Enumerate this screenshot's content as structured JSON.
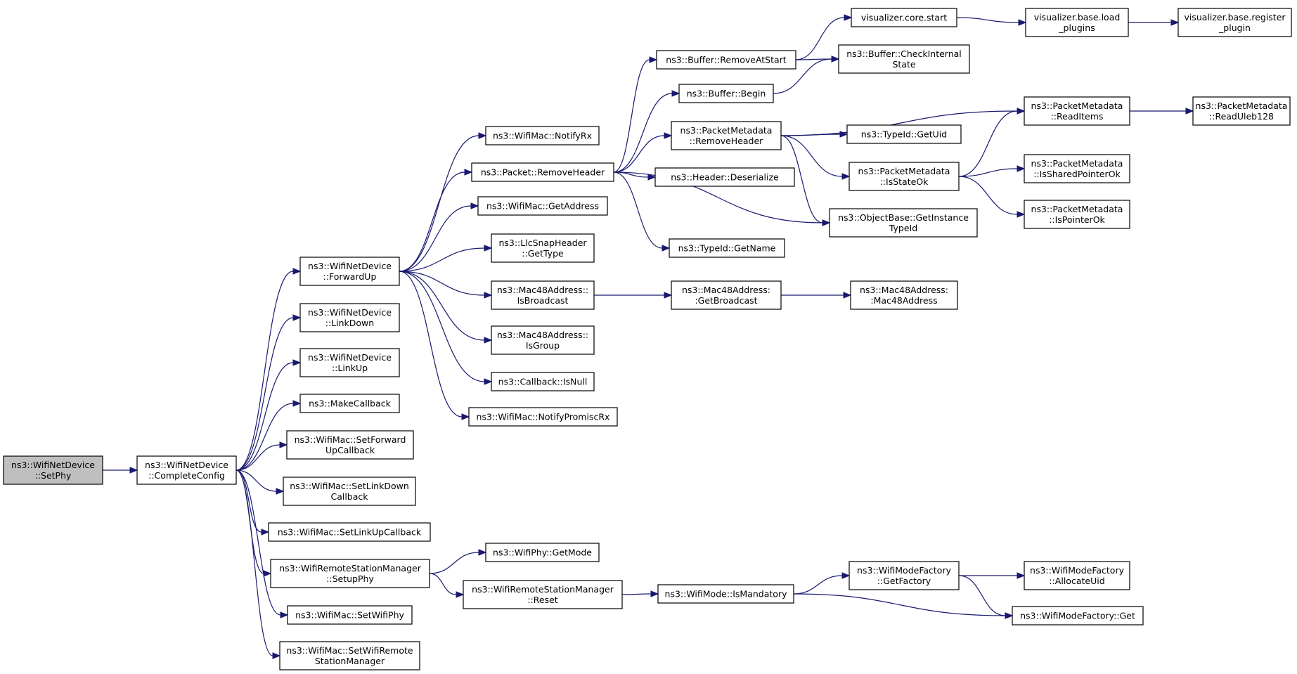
{
  "graph": {
    "nodes": [
      {
        "id": "setphy",
        "lines": [
          "ns3::WifiNetDevice",
          "::SetPhy"
        ],
        "root": true
      },
      {
        "id": "completeconfig",
        "lines": [
          "ns3::WifiNetDevice",
          "::CompleteConfig"
        ]
      },
      {
        "id": "forwardup",
        "lines": [
          "ns3::WifiNetDevice",
          "::ForwardUp"
        ]
      },
      {
        "id": "linkdown",
        "lines": [
          "ns3::WifiNetDevice",
          "::LinkDown"
        ]
      },
      {
        "id": "linkup",
        "lines": [
          "ns3::WifiNetDevice",
          "::LinkUp"
        ]
      },
      {
        "id": "makecallback",
        "lines": [
          "ns3::MakeCallback"
        ]
      },
      {
        "id": "setforwardupcb",
        "lines": [
          "ns3::WifiMac::SetForward",
          "UpCallback"
        ]
      },
      {
        "id": "setlinkdowncb",
        "lines": [
          "ns3::WifiMac::SetLinkDown",
          "Callback"
        ]
      },
      {
        "id": "setlinkupcb",
        "lines": [
          "ns3::WifiMac::SetLinkUpCallback"
        ]
      },
      {
        "id": "setupphy",
        "lines": [
          "ns3::WifiRemoteStationManager",
          "::SetupPhy"
        ]
      },
      {
        "id": "setwifiphy",
        "lines": [
          "ns3::WifiMac::SetWifiPhy"
        ]
      },
      {
        "id": "setwifiremote",
        "lines": [
          "ns3::WifiMac::SetWifiRemote",
          "StationManager"
        ]
      },
      {
        "id": "notifyrx",
        "lines": [
          "ns3::WifiMac::NotifyRx"
        ]
      },
      {
        "id": "removeheader",
        "lines": [
          "ns3::Packet::RemoveHeader"
        ]
      },
      {
        "id": "getaddress",
        "lines": [
          "ns3::WifiMac::GetAddress"
        ]
      },
      {
        "id": "llcgettype",
        "lines": [
          "ns3::LlcSnapHeader",
          "::GetType"
        ]
      },
      {
        "id": "isbroadcast",
        "lines": [
          "ns3::Mac48Address::",
          "IsBroadcast"
        ]
      },
      {
        "id": "isgroup",
        "lines": [
          "ns3::Mac48Address::",
          "IsGroup"
        ]
      },
      {
        "id": "isnull",
        "lines": [
          "ns3::Callback::IsNull"
        ]
      },
      {
        "id": "notifypromiscrx",
        "lines": [
          "ns3::WifiMac::NotifyPromiscRx"
        ]
      },
      {
        "id": "getmode",
        "lines": [
          "ns3::WifiPhy::GetMode"
        ]
      },
      {
        "id": "rsmreset",
        "lines": [
          "ns3::WifiRemoteStationManager",
          "::Reset"
        ]
      },
      {
        "id": "removeatstart",
        "lines": [
          "ns3::Buffer::RemoveAtStart"
        ]
      },
      {
        "id": "bufbegin",
        "lines": [
          "ns3::Buffer::Begin"
        ]
      },
      {
        "id": "pmremoveheader",
        "lines": [
          "ns3::PacketMetadata",
          "::RemoveHeader"
        ]
      },
      {
        "id": "deserialize",
        "lines": [
          "ns3::Header::Deserialize"
        ]
      },
      {
        "id": "typeidgetname",
        "lines": [
          "ns3::TypeId::GetName"
        ]
      },
      {
        "id": "getbroadcast",
        "lines": [
          "ns3::Mac48Address:",
          ":GetBroadcast"
        ]
      },
      {
        "id": "ismandatory",
        "lines": [
          "ns3::WifiMode::IsMandatory"
        ]
      },
      {
        "id": "vizstart",
        "lines": [
          "visualizer.core.start"
        ]
      },
      {
        "id": "checkinternal",
        "lines": [
          "ns3::Buffer::CheckInternal",
          "State"
        ]
      },
      {
        "id": "getuid",
        "lines": [
          "ns3::TypeId::GetUid"
        ]
      },
      {
        "id": "isstateok",
        "lines": [
          "ns3::PacketMetadata",
          "::IsStateOk"
        ]
      },
      {
        "id": "getinstancetypeid",
        "lines": [
          "ns3::ObjectBase::GetInstance",
          "TypeId"
        ]
      },
      {
        "id": "mac48ctor",
        "lines": [
          "ns3::Mac48Address:",
          ":Mac48Address"
        ]
      },
      {
        "id": "getfactory",
        "lines": [
          "ns3::WifiModeFactory",
          "::GetFactory"
        ]
      },
      {
        "id": "loadplugins",
        "lines": [
          "visualizer.base.load",
          "_plugins"
        ]
      },
      {
        "id": "readitems",
        "lines": [
          "ns3::PacketMetadata",
          "::ReadItems"
        ]
      },
      {
        "id": "issharedpointerok",
        "lines": [
          "ns3::PacketMetadata",
          "::IsSharedPointerOk"
        ]
      },
      {
        "id": "ispointerok",
        "lines": [
          "ns3::PacketMetadata",
          "::IsPointerOk"
        ]
      },
      {
        "id": "allocateuid",
        "lines": [
          "ns3::WifiModeFactory",
          "::AllocateUid"
        ]
      },
      {
        "id": "wmfget",
        "lines": [
          "ns3::WifiModeFactory::Get"
        ]
      },
      {
        "id": "registerplugin",
        "lines": [
          "visualizer.base.register",
          "_plugin"
        ]
      },
      {
        "id": "readuleb128",
        "lines": [
          "ns3::PacketMetadata",
          "::ReadUleb128"
        ]
      }
    ],
    "edges": [
      [
        "setphy",
        "completeconfig"
      ],
      [
        "completeconfig",
        "forwardup"
      ],
      [
        "completeconfig",
        "linkdown"
      ],
      [
        "completeconfig",
        "linkup"
      ],
      [
        "completeconfig",
        "makecallback"
      ],
      [
        "completeconfig",
        "setforwardupcb"
      ],
      [
        "completeconfig",
        "setlinkdowncb"
      ],
      [
        "completeconfig",
        "setlinkupcb"
      ],
      [
        "completeconfig",
        "setupphy"
      ],
      [
        "completeconfig",
        "setwifiphy"
      ],
      [
        "completeconfig",
        "setwifiremote"
      ],
      [
        "forwardup",
        "notifyrx"
      ],
      [
        "forwardup",
        "removeheader"
      ],
      [
        "forwardup",
        "getaddress"
      ],
      [
        "forwardup",
        "llcgettype"
      ],
      [
        "forwardup",
        "isbroadcast"
      ],
      [
        "forwardup",
        "isgroup"
      ],
      [
        "forwardup",
        "isnull"
      ],
      [
        "forwardup",
        "notifypromiscrx"
      ],
      [
        "removeheader",
        "removeatstart"
      ],
      [
        "removeheader",
        "bufbegin"
      ],
      [
        "removeheader",
        "pmremoveheader"
      ],
      [
        "removeheader",
        "deserialize"
      ],
      [
        "removeheader",
        "typeidgetname"
      ],
      [
        "removeheader",
        "getinstancetypeid"
      ],
      [
        "removeatstart",
        "vizstart"
      ],
      [
        "removeatstart",
        "checkinternal"
      ],
      [
        "bufbegin",
        "checkinternal"
      ],
      [
        "pmremoveheader",
        "readitems"
      ],
      [
        "pmremoveheader",
        "getuid"
      ],
      [
        "pmremoveheader",
        "isstateok"
      ],
      [
        "pmremoveheader",
        "getinstancetypeid"
      ],
      [
        "isstateok",
        "readitems"
      ],
      [
        "isstateok",
        "issharedpointerok"
      ],
      [
        "isstateok",
        "ispointerok"
      ],
      [
        "readitems",
        "readuleb128"
      ],
      [
        "vizstart",
        "loadplugins"
      ],
      [
        "loadplugins",
        "registerplugin"
      ],
      [
        "isbroadcast",
        "getbroadcast"
      ],
      [
        "getbroadcast",
        "mac48ctor"
      ],
      [
        "setupphy",
        "getmode"
      ],
      [
        "setupphy",
        "rsmreset"
      ],
      [
        "rsmreset",
        "ismandatory"
      ],
      [
        "ismandatory",
        "getfactory"
      ],
      [
        "ismandatory",
        "wmfget"
      ],
      [
        "getfactory",
        "allocateuid"
      ],
      [
        "getfactory",
        "wmfget"
      ]
    ]
  },
  "colors": {
    "edge": "#191970",
    "node_fill": "#ffffff",
    "root_fill": "#bfbfbf",
    "border": "#000000"
  }
}
